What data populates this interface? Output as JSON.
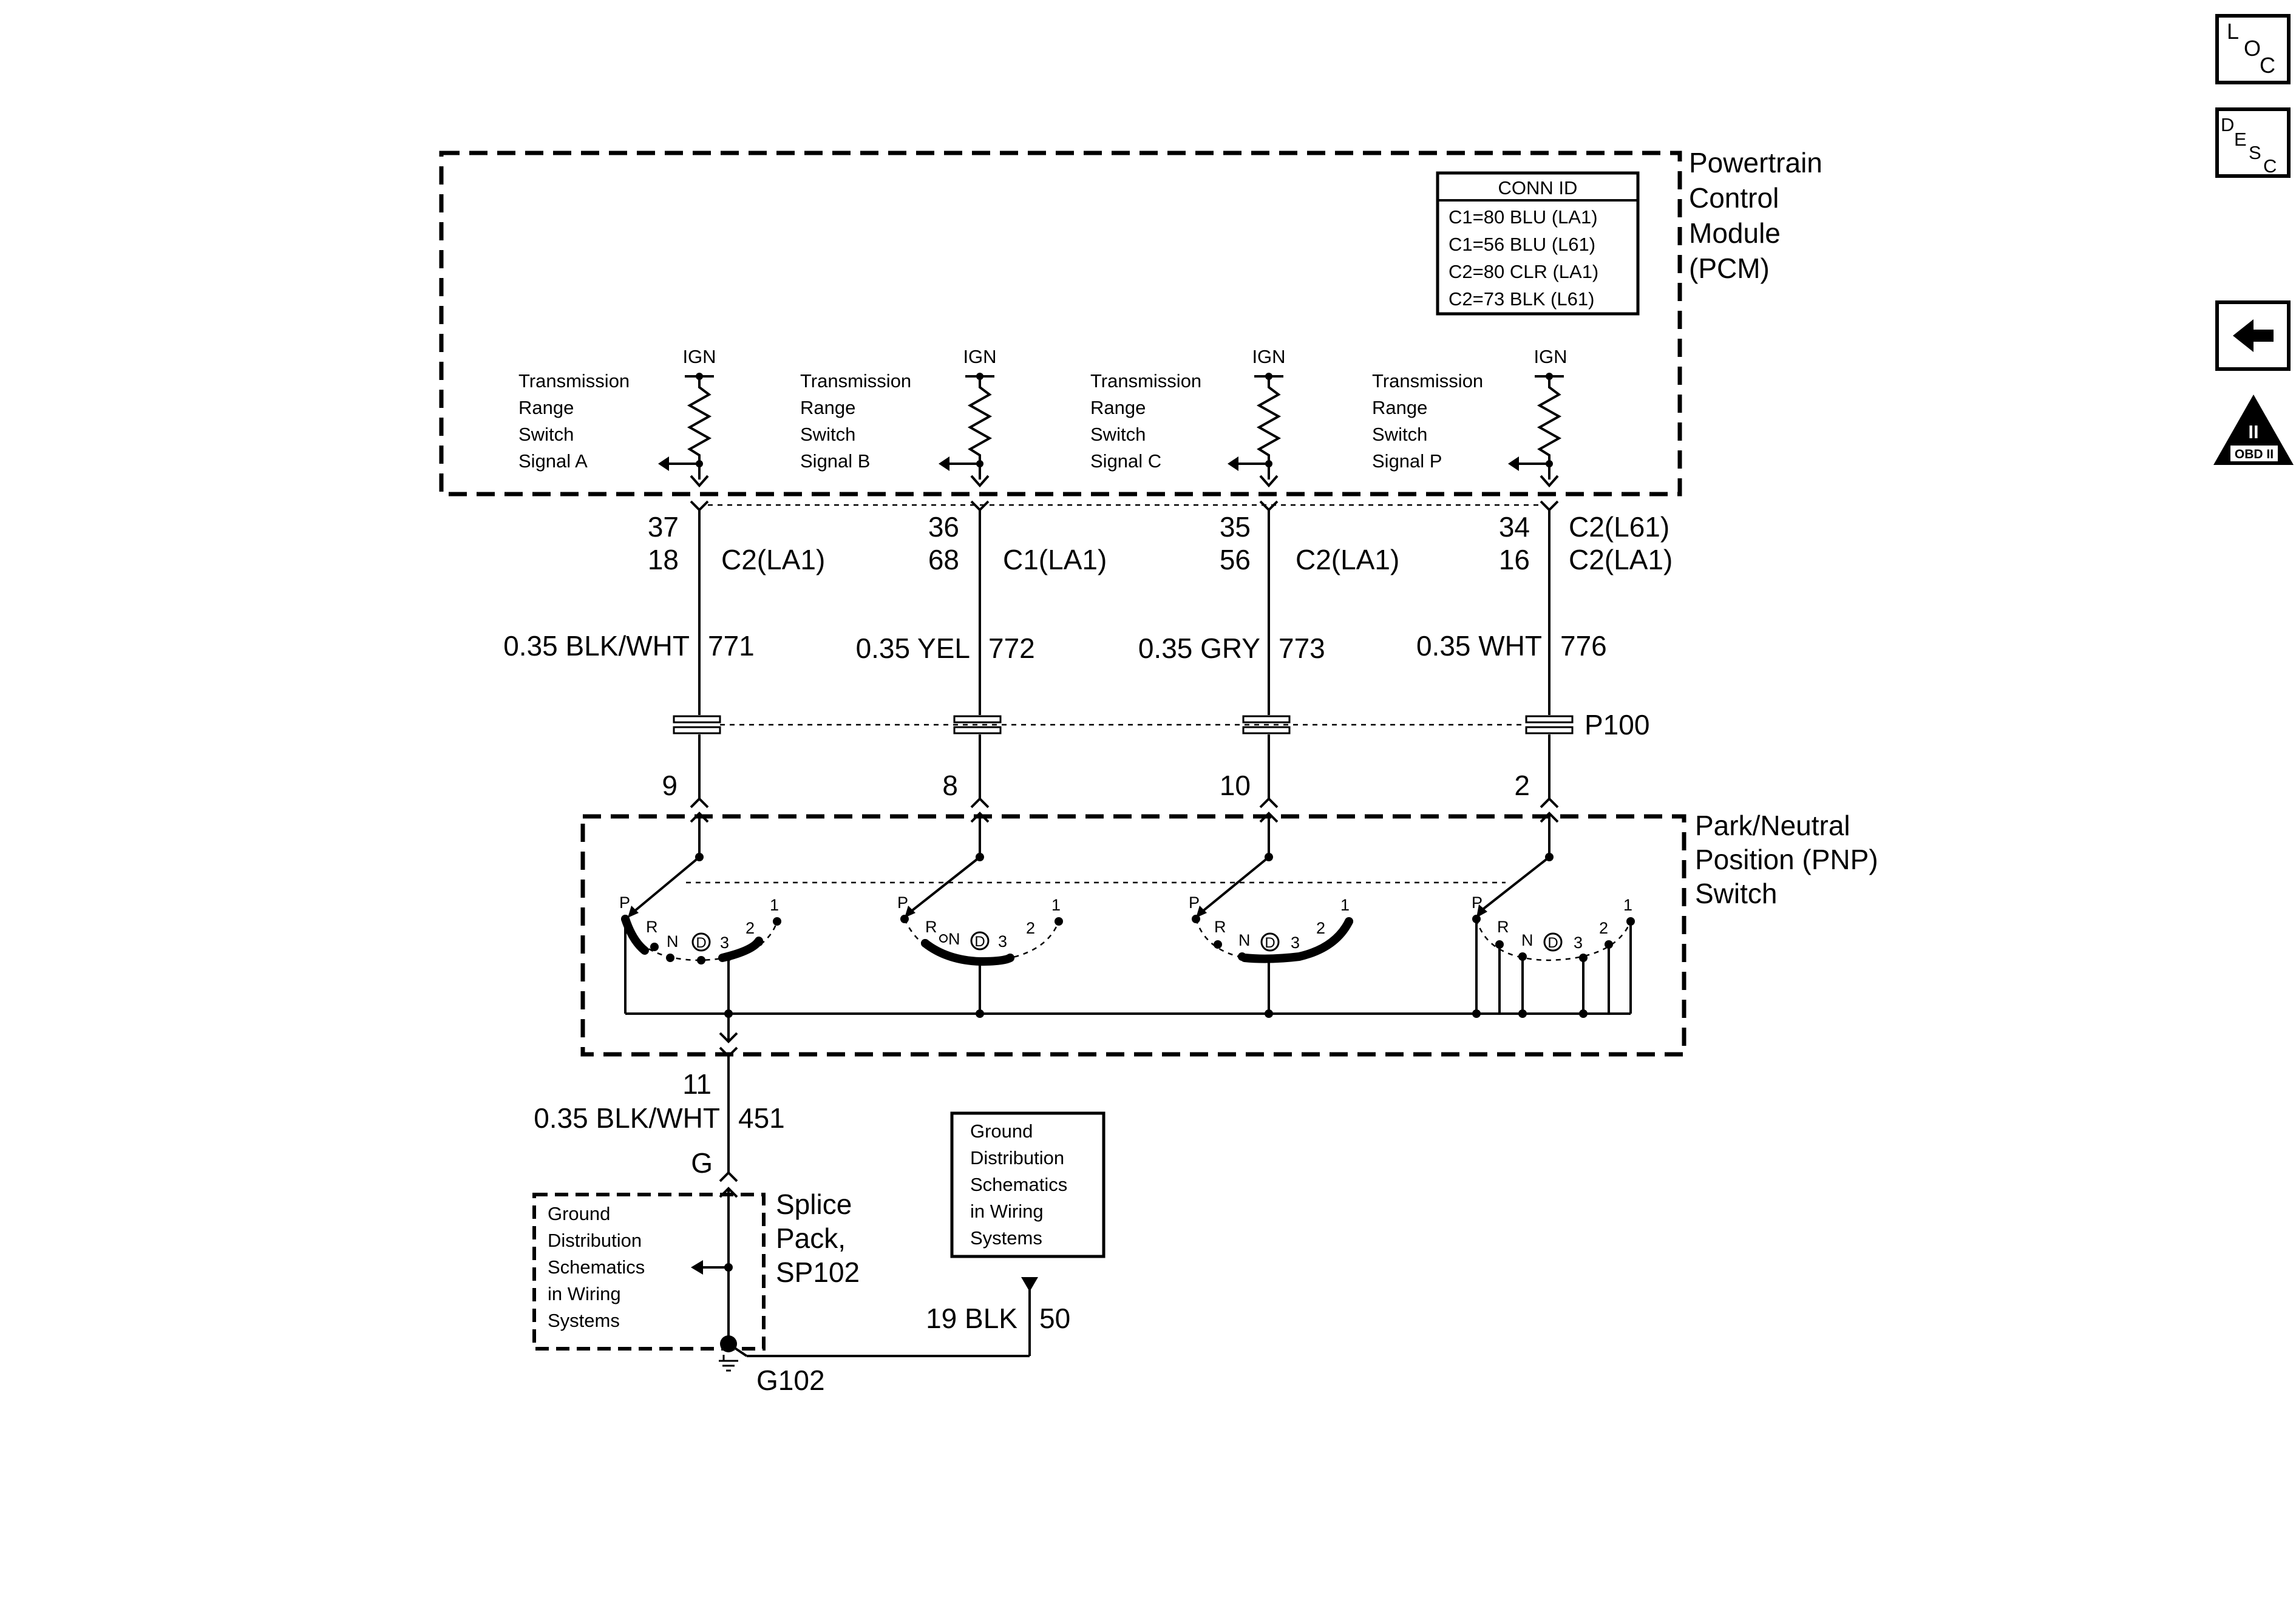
{
  "nav": {
    "loc": {
      "l": "L",
      "o": "O",
      "c": "C"
    },
    "desc": {
      "d": "D",
      "e": "E",
      "s": "S",
      "c": "C"
    },
    "obd": {
      "roman": "II",
      "label": "OBD II"
    }
  },
  "pcm": {
    "title": [
      "Powertrain",
      "Control",
      "Module",
      "(PCM)"
    ],
    "conn_id": {
      "header": "CONN ID",
      "rows": [
        "C1=80 BLU (LA1)",
        "C1=56 BLU (L61)",
        "C2=80 CLR (LA1)",
        "C2=73 BLK (L61)"
      ]
    }
  },
  "circuits": [
    {
      "signal": [
        "Transmission",
        "Range",
        "Switch",
        "Signal A"
      ],
      "ign": "IGN",
      "pin_top": "37",
      "pin_bottom": "18",
      "connector": "C2(LA1)",
      "wire_left": "0.35 BLK/WHT",
      "wire_right": "771",
      "pnp_pin": "9"
    },
    {
      "signal": [
        "Transmission",
        "Range",
        "Switch",
        "Signal B"
      ],
      "ign": "IGN",
      "pin_top": "36",
      "pin_bottom": "68",
      "connector": "C1(LA1)",
      "wire_left": "0.35 YEL",
      "wire_right": "772",
      "pnp_pin": "8"
    },
    {
      "signal": [
        "Transmission",
        "Range",
        "Switch",
        "Signal C"
      ],
      "ign": "IGN",
      "pin_top": "35",
      "pin_bottom": "56",
      "connector": "C2(LA1)",
      "wire_left": "0.35 GRY",
      "wire_right": "773",
      "pnp_pin": "10"
    },
    {
      "signal": [
        "Transmission",
        "Range",
        "Switch",
        "Signal P"
      ],
      "ign": "IGN",
      "pin_top": "34",
      "pin_bottom": "16",
      "connector_top": "C2(L61)",
      "connector": "C2(LA1)",
      "wire_left": "0.35 WHT",
      "wire_right": "776",
      "pnp_pin": "2"
    }
  ],
  "p100": "P100",
  "pnp": {
    "title": [
      "Park/Neutral",
      "Position (PNP)",
      "Switch"
    ],
    "positions": {
      "p": "P",
      "r": "R",
      "n": "N",
      "d": "D",
      "three": "3",
      "two": "2",
      "one": "1"
    }
  },
  "ground_path": {
    "pin": "11",
    "wire_left": "0.35 BLK/WHT",
    "wire_right": "451",
    "connector": "G",
    "splice": [
      "Splice",
      "Pack,",
      "SP102"
    ],
    "ground": "G102",
    "wire2_left": "19 BLK",
    "wire2_right": "50"
  },
  "ground_dist_left": [
    "Ground",
    "Distribution",
    "Schematics",
    "in Wiring",
    "Systems"
  ],
  "ground_dist_right": [
    "Ground",
    "Distribution",
    "Schematics",
    "in Wiring",
    "Systems"
  ]
}
